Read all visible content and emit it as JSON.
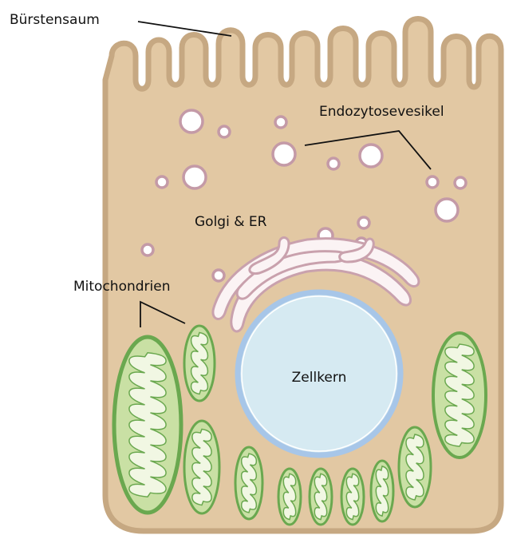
{
  "labels": {
    "brush_border": "Bürstensaum",
    "endocytic_vesicles": "Endozytosevesikel",
    "golgi_er": "Golgi & ER",
    "mitochondria": "Mitochondrien",
    "nucleus": "Zellkern"
  },
  "colors": {
    "cytoplasm": "#e2c8a3",
    "membrane": "#c6a882",
    "vesicle_fill": "#ffffff",
    "vesicle_rim": "#c49aa7",
    "golgi_fill": "#fbf3f4",
    "golgi_rim": "#c9a1ad",
    "nucleus_fill": "#d6eaf2",
    "nucleus_rim": "#a7c6e8",
    "mito_outer": "#6aa84f",
    "mito_fill": "#c9e0a4",
    "mito_inner": "#f1f7e3"
  }
}
